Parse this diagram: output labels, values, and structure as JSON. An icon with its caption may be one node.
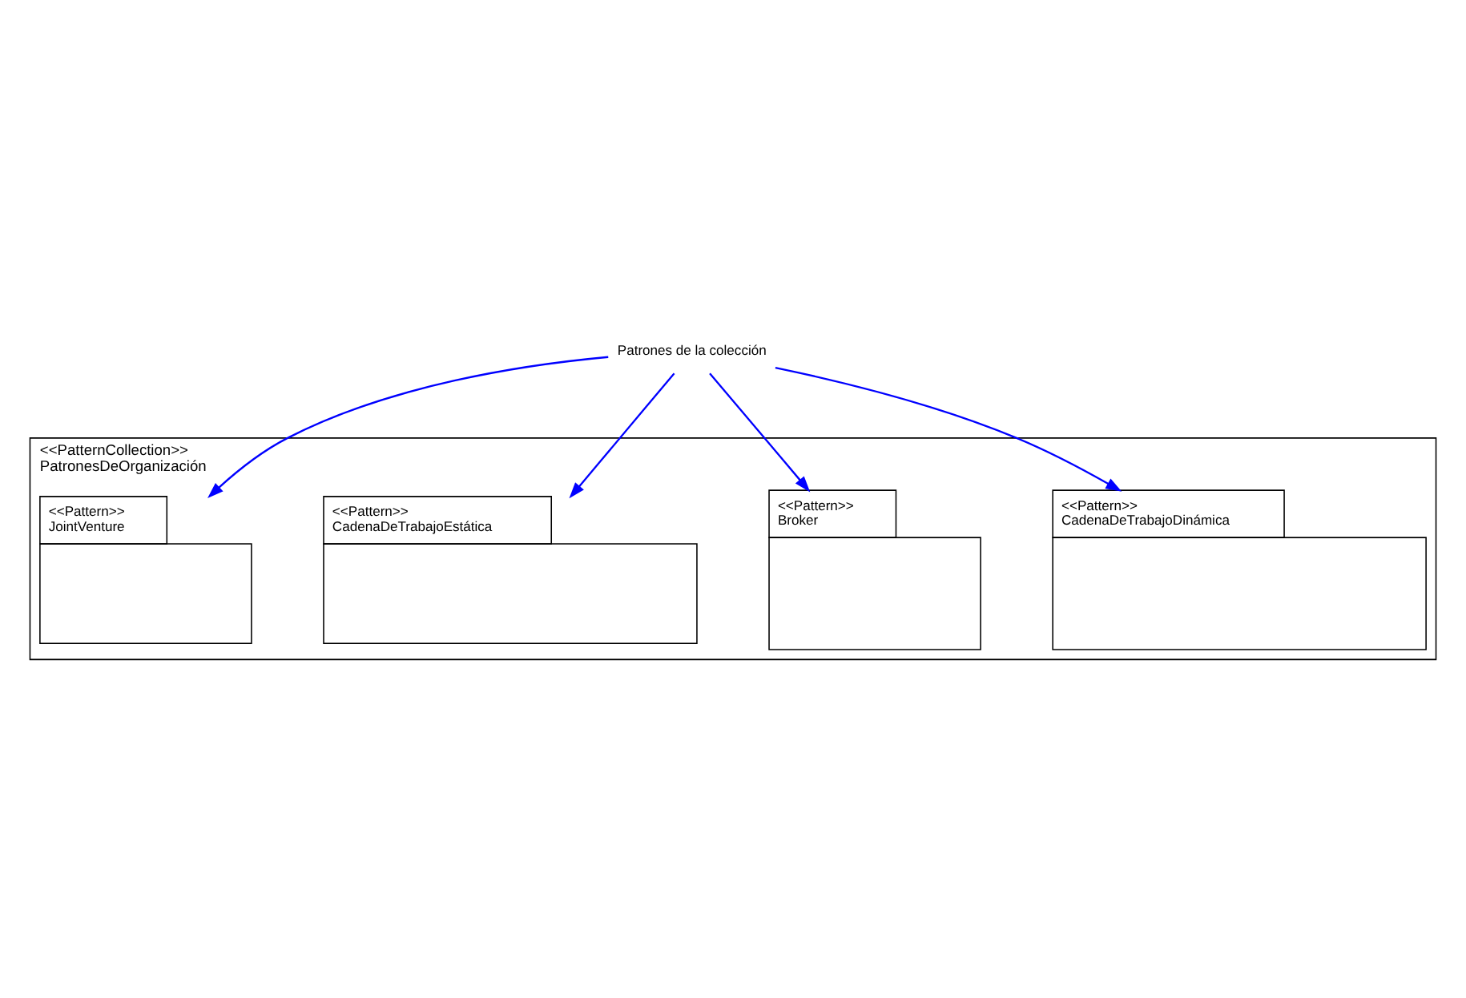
{
  "diagram": {
    "nodes": [
      {
        "text": [
          "<<PatternCollection>>",
          "PatronesDeOrganización"
        ]
      },
      {
        "text": [
          "Patrones de la colección"
        ]
      },
      {
        "text": [
          "<<Pattern>>",
          "JointVenture"
        ],
        "in": 0
      },
      {
        "text": [
          "<<Pattern>>",
          "CadenaDeTrabajoEstática"
        ],
        "in": 0
      },
      {
        "text": [
          "<<Pattern>>",
          "Broker"
        ],
        "in": 0
      },
      {
        "text": [
          "<<Pattern>>",
          "CadenaDeTrabajoDinámica"
        ],
        "in": 0
      }
    ],
    "edges": [
      {
        "from": 1,
        "to": 2,
        "arrow": "to",
        "color": "#0000ff"
      },
      {
        "from": 1,
        "to": 3,
        "arrow": "to",
        "color": "#0000ff"
      },
      {
        "from": 1,
        "to": 4,
        "arrow": "to",
        "color": "#0000ff"
      },
      {
        "from": 1,
        "to": 5,
        "arrow": "to",
        "color": "#0000ff"
      }
    ]
  }
}
